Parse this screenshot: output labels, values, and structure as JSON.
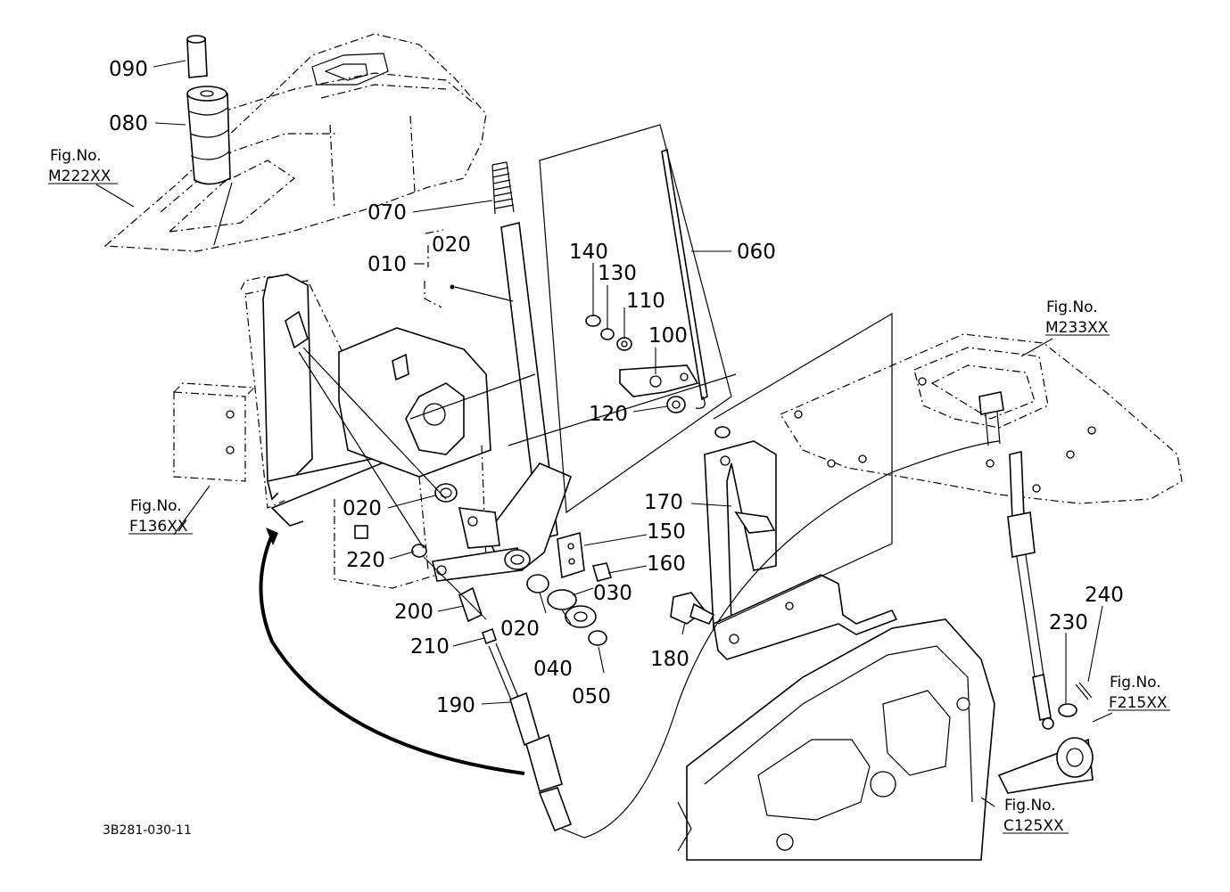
{
  "drawing_code": "3B281-030-11",
  "parts": {
    "p010": "010",
    "p020a": "020",
    "p020b": "020",
    "p020c": "020",
    "p030": "030",
    "p040": "040",
    "p050": "050",
    "p060": "060",
    "p070": "070",
    "p080": "080",
    "p090": "090",
    "p100": "100",
    "p110": "110",
    "p120": "120",
    "p130": "130",
    "p140": "140",
    "p150": "150",
    "p160": "160",
    "p170": "170",
    "p180": "180",
    "p190": "190",
    "p200": "200",
    "p210": "210",
    "p220": "220",
    "p230": "230",
    "p240": "240"
  },
  "references": {
    "m222": {
      "prefix": "Fig.No.",
      "code": "M222XX"
    },
    "f136": {
      "prefix": "Fig.No.",
      "code": "F136XX"
    },
    "m233": {
      "prefix": "Fig.No.",
      "code": "M233XX"
    },
    "f215": {
      "prefix": "Fig.No.",
      "code": "F215XX"
    },
    "c125": {
      "prefix": "Fig.No.",
      "code": "C125XX"
    }
  }
}
